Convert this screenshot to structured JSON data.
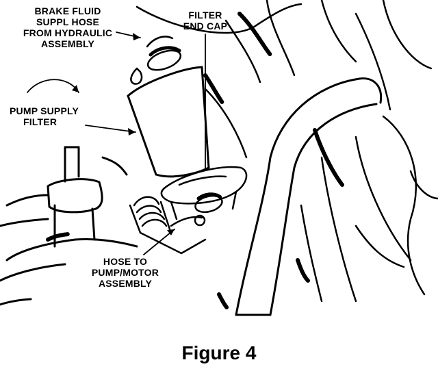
{
  "labels": {
    "brake_fluid_hose": [
      "BRAKE FLUID",
      "SUPPL HOSE",
      "FROM HYDRAULIC",
      "ASSEMBLY"
    ],
    "filter_end_cap": [
      "FILTER",
      "END CAP"
    ],
    "pump_supply_filter": [
      "PUMP SUPPLY",
      "FILTER"
    ],
    "hose_to_pump": [
      "HOSE TO",
      "PUMP/MOTOR",
      "ASSEMBLY"
    ]
  },
  "caption": "Figure 4",
  "colors": {
    "ink": "#000000",
    "paper": "#ffffff"
  }
}
